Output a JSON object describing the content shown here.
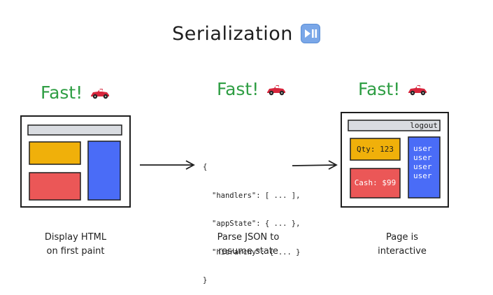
{
  "title": "Serialization",
  "stages": [
    {
      "fast_label": "Fast!",
      "caption_line1": "Display HTML",
      "caption_line2": "on first paint"
    },
    {
      "fast_label": "Fast!",
      "caption_line1": "Parse JSON to",
      "caption_line2": "resume state",
      "json": {
        "open": "{",
        "handlers": "\"handlers\": [ ... ],",
        "appState": "\"appState\": { ... },",
        "hierarchy": "\"hierarchy\": { ... }",
        "close": "}"
      }
    },
    {
      "fast_label": "Fast!",
      "caption_line1": "Page is",
      "caption_line2": "interactive",
      "logout": "logout",
      "qty": "Qty: 123",
      "cash": "Cash: $99",
      "users": [
        "user",
        "user",
        "user",
        "user"
      ]
    }
  ],
  "colors": {
    "fast_green": "#2f9e44",
    "yellow": "#f0b00a",
    "blue": "#4a6cf7",
    "red": "#eb5757",
    "gray_bar": "#d9dce1",
    "stroke": "#1e1e1e"
  },
  "icons": {
    "title_icon": "play-pause-icon",
    "fast_icon": "race-car-icon"
  }
}
